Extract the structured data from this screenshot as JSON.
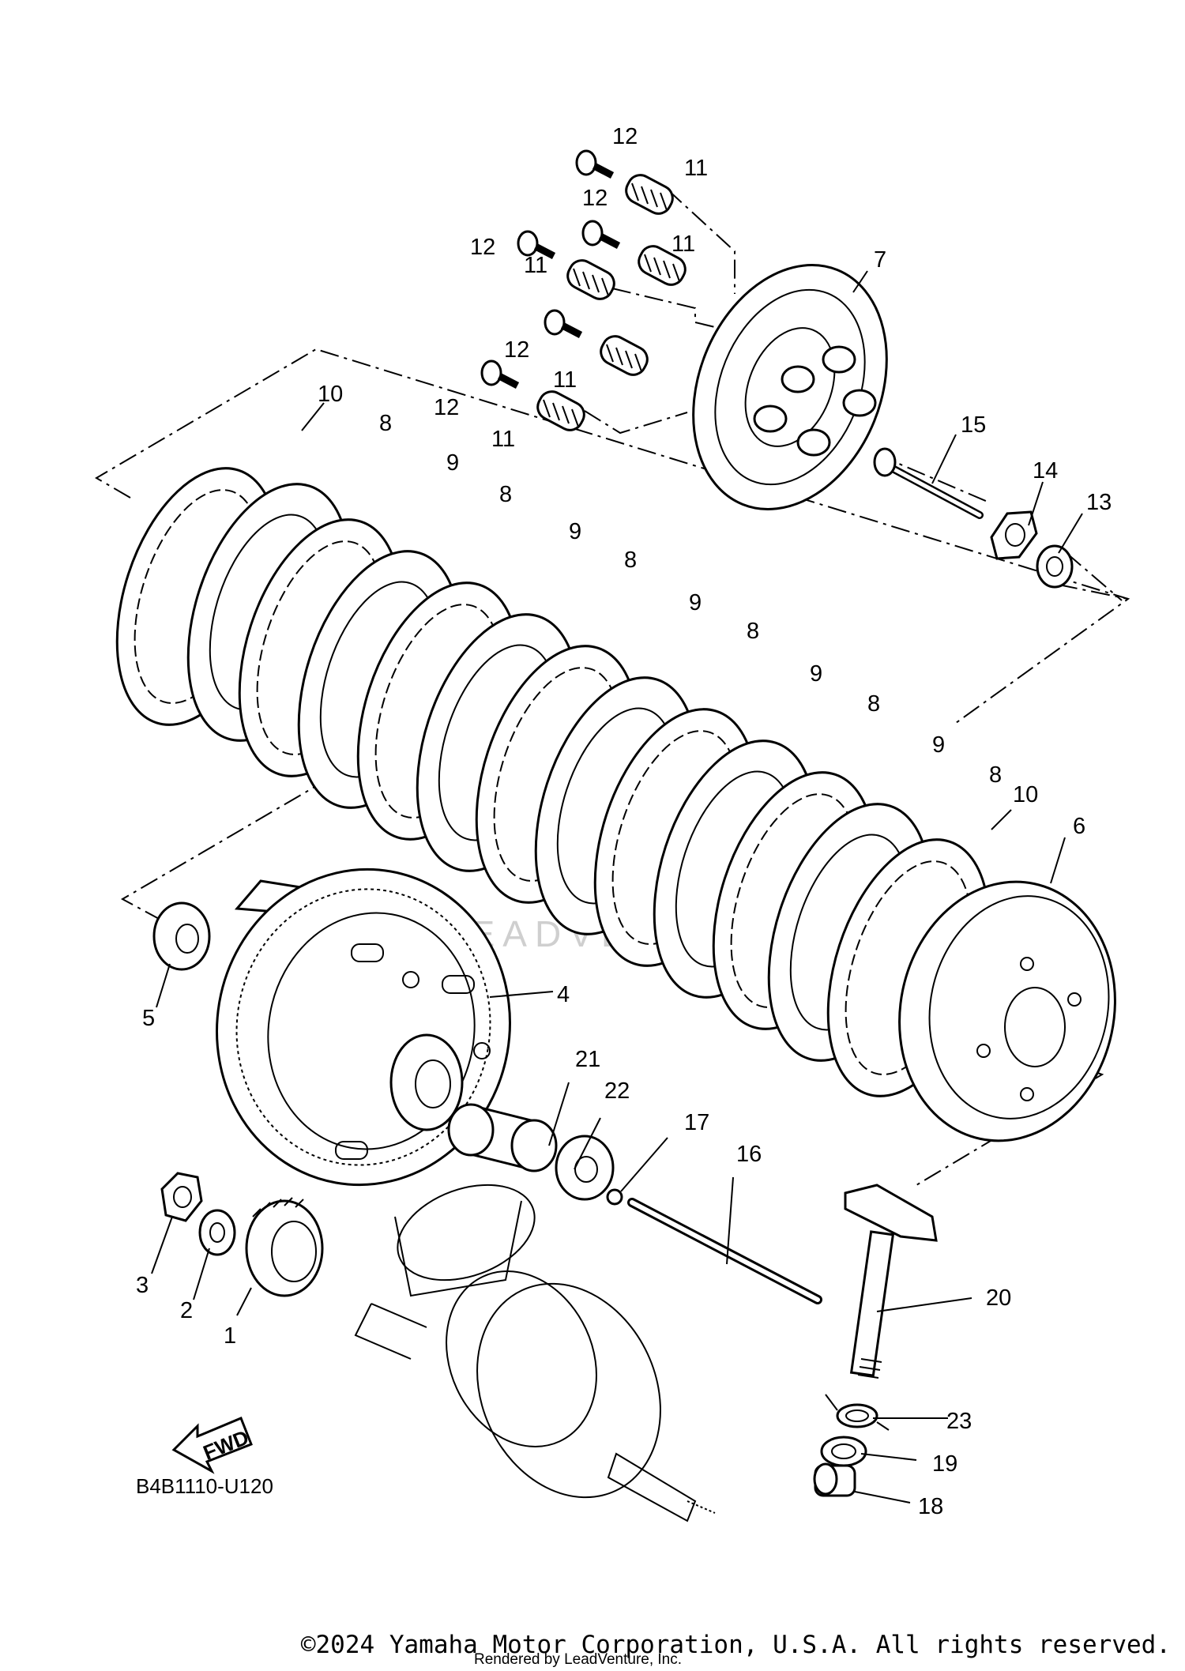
{
  "diagram": {
    "code": "B4B1110-U120",
    "direction_label": "FWD",
    "watermark": "LEADVENTURE",
    "callouts": [
      {
        "id": "c1",
        "label": "1"
      },
      {
        "id": "c2",
        "label": "2"
      },
      {
        "id": "c3",
        "label": "3"
      },
      {
        "id": "c4",
        "label": "4"
      },
      {
        "id": "c5",
        "label": "5"
      },
      {
        "id": "c6",
        "label": "6"
      },
      {
        "id": "c7",
        "label": "7"
      },
      {
        "id": "c8a",
        "label": "8"
      },
      {
        "id": "c8b",
        "label": "8"
      },
      {
        "id": "c8c",
        "label": "8"
      },
      {
        "id": "c8d",
        "label": "8"
      },
      {
        "id": "c8e",
        "label": "8"
      },
      {
        "id": "c8f",
        "label": "8"
      },
      {
        "id": "c9a",
        "label": "9"
      },
      {
        "id": "c9b",
        "label": "9"
      },
      {
        "id": "c9c",
        "label": "9"
      },
      {
        "id": "c9d",
        "label": "9"
      },
      {
        "id": "c9e",
        "label": "9"
      },
      {
        "id": "c10a",
        "label": "10"
      },
      {
        "id": "c10b",
        "label": "10"
      },
      {
        "id": "c11a",
        "label": "11"
      },
      {
        "id": "c11b",
        "label": "11"
      },
      {
        "id": "c11c",
        "label": "11"
      },
      {
        "id": "c11d",
        "label": "11"
      },
      {
        "id": "c11e",
        "label": "11"
      },
      {
        "id": "c12a",
        "label": "12"
      },
      {
        "id": "c12b",
        "label": "12"
      },
      {
        "id": "c12c",
        "label": "12"
      },
      {
        "id": "c12d",
        "label": "12"
      },
      {
        "id": "c12e",
        "label": "12"
      },
      {
        "id": "c13",
        "label": "13"
      },
      {
        "id": "c14",
        "label": "14"
      },
      {
        "id": "c15",
        "label": "15"
      },
      {
        "id": "c16",
        "label": "16"
      },
      {
        "id": "c17",
        "label": "17"
      },
      {
        "id": "c18",
        "label": "18"
      },
      {
        "id": "c19",
        "label": "19"
      },
      {
        "id": "c20",
        "label": "20"
      },
      {
        "id": "c21",
        "label": "21"
      },
      {
        "id": "c22",
        "label": "22"
      },
      {
        "id": "c23",
        "label": "23"
      }
    ]
  },
  "footer": {
    "copyright": "©2024 Yamaha Motor Corporation, U.S.A. All rights reserved.",
    "rendered_by": "Rendered by LeadVenture, Inc."
  }
}
